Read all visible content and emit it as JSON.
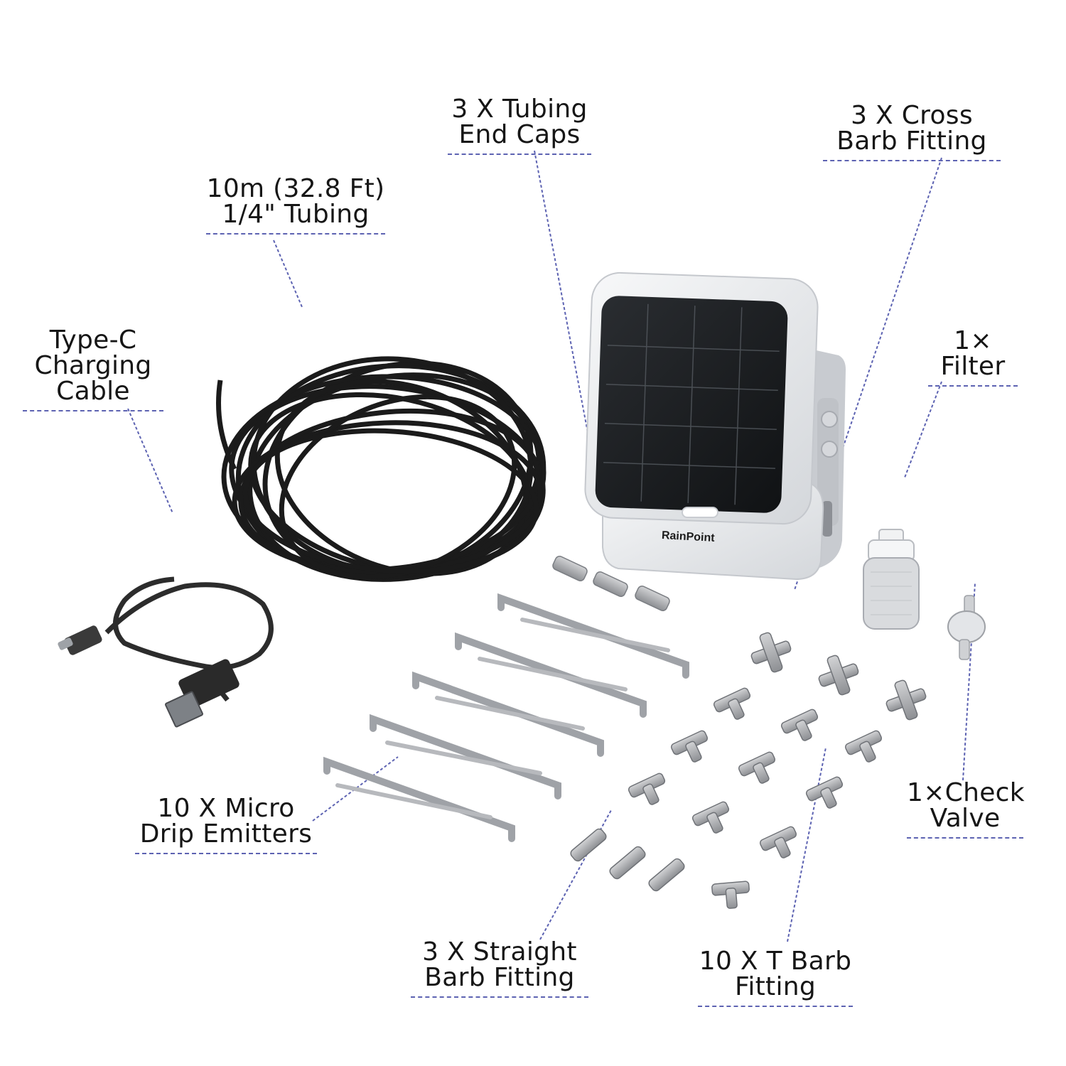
{
  "brand": {
    "logo_text": "RainPoint",
    "accent": "#5d63b2",
    "tube_color": "#1b1b1b",
    "device_color": "#e6e8eb"
  },
  "labels": {
    "tubing": {
      "line1": "10m (32.8 Ft)",
      "line2": "1/4\" Tubing"
    },
    "end_caps": {
      "line1": "3 X Tubing",
      "line2": "End Caps"
    },
    "cross_barb": {
      "line1": "3 X Cross",
      "line2": "Barb Fitting"
    },
    "cable": {
      "line1": "Type-C",
      "line2": "Charging",
      "line3": "Cable"
    },
    "filter": {
      "line1": "1×",
      "line2": "Filter"
    },
    "emitters": {
      "line1": "10 X Micro",
      "line2": "Drip Emitters"
    },
    "check_valve": {
      "line1": "1×Check",
      "line2": "Valve"
    },
    "straight_barb": {
      "line1": "3 X Straight",
      "line2": "Barb Fitting"
    },
    "t_barb": {
      "line1": "10 X T Barb",
      "line2": "Fitting"
    }
  }
}
